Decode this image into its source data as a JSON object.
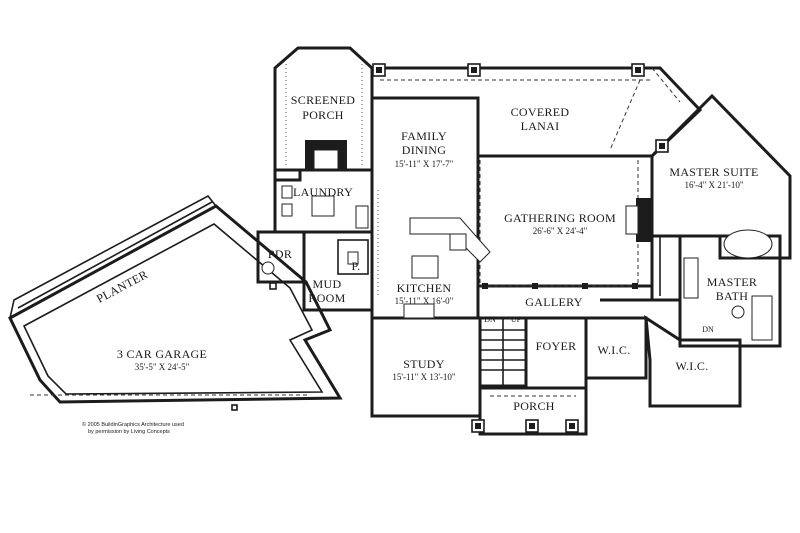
{
  "rooms": {
    "screened_porch": {
      "line1": "SCREENED",
      "line2": "PORCH"
    },
    "covered_lanai": {
      "line1": "COVERED",
      "line2": "LANAI"
    },
    "family_dining": {
      "line1": "FAMILY",
      "line2": "DINING",
      "dim": "15'-11\" X 17'-7\""
    },
    "master_suite": {
      "name": "MASTER SUITE",
      "dim": "16'-4\" X 21'-10\""
    },
    "laundry": {
      "name": "LAUNDRY"
    },
    "gathering_room": {
      "name": "GATHERING ROOM",
      "dim": "26'-6\" X 24'-4\""
    },
    "pdr": {
      "name": "PDR"
    },
    "pantry": {
      "name": "P."
    },
    "kitchen": {
      "name": "KITCHEN",
      "dim": "15'-11\" X 16'-0\""
    },
    "mud_room": {
      "line1": "MUD",
      "line2": "ROOM"
    },
    "master_bath": {
      "line1": "MASTER",
      "line2": "BATH"
    },
    "gallery": {
      "name": "GALLERY"
    },
    "garage": {
      "name": "3 CAR GARAGE",
      "dim": "35'-5\" X 24'-5\""
    },
    "planter": {
      "name": "PLANTER"
    },
    "foyer": {
      "name": "FOYER"
    },
    "wic_left": {
      "name": "W.I.C."
    },
    "wic_right": {
      "name": "W.I.C."
    },
    "study": {
      "name": "STUDY",
      "dim": "15'-11\" X 13'-10\""
    },
    "porch": {
      "name": "PORCH"
    }
  },
  "stairs": {
    "down": "DN",
    "up": "UP",
    "bath_down": "DN"
  },
  "credit": {
    "line1": "© 2005 BuildinGraphics Architecture used",
    "line2": "by permission by Living Concepts"
  }
}
